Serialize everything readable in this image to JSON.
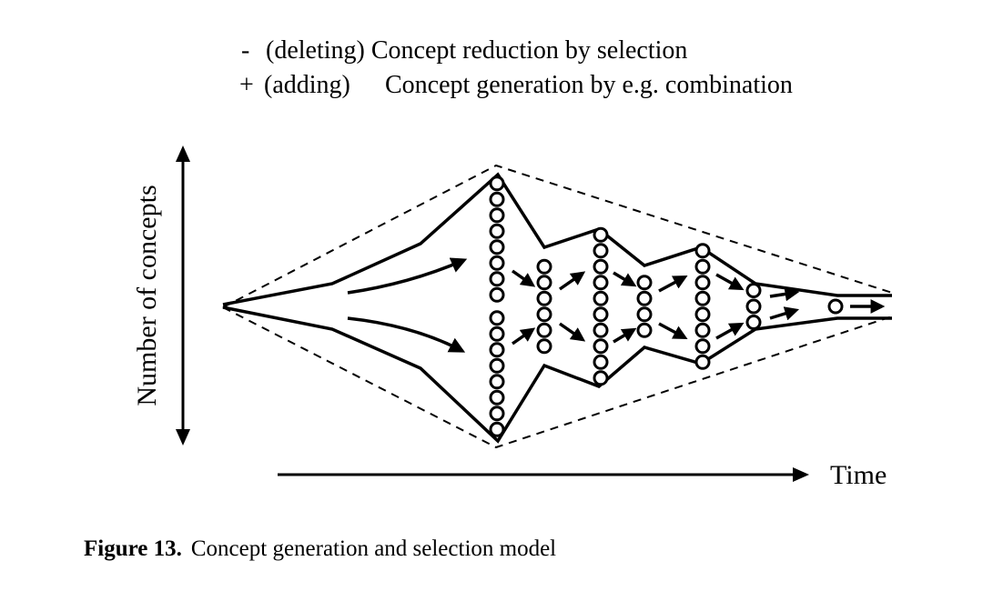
{
  "legend": {
    "minus_symbol": "-",
    "minus_text": "(deleting) Concept reduction by selection",
    "plus_symbol": "+",
    "plus_text": "(adding)",
    "plus_description": "Concept generation by e.g. combination"
  },
  "axes": {
    "y_label": "Number of concepts",
    "x_label": "Time"
  },
  "caption": {
    "label": "Figure 13.",
    "text": "Concept generation and selection model"
  },
  "diagram": {
    "stages": [
      {
        "circles": 16
      },
      {
        "circles": 6
      },
      {
        "circles": 10
      },
      {
        "circles": 4
      },
      {
        "circles": 8
      },
      {
        "circles": 3
      },
      {
        "circles": 1
      }
    ]
  }
}
